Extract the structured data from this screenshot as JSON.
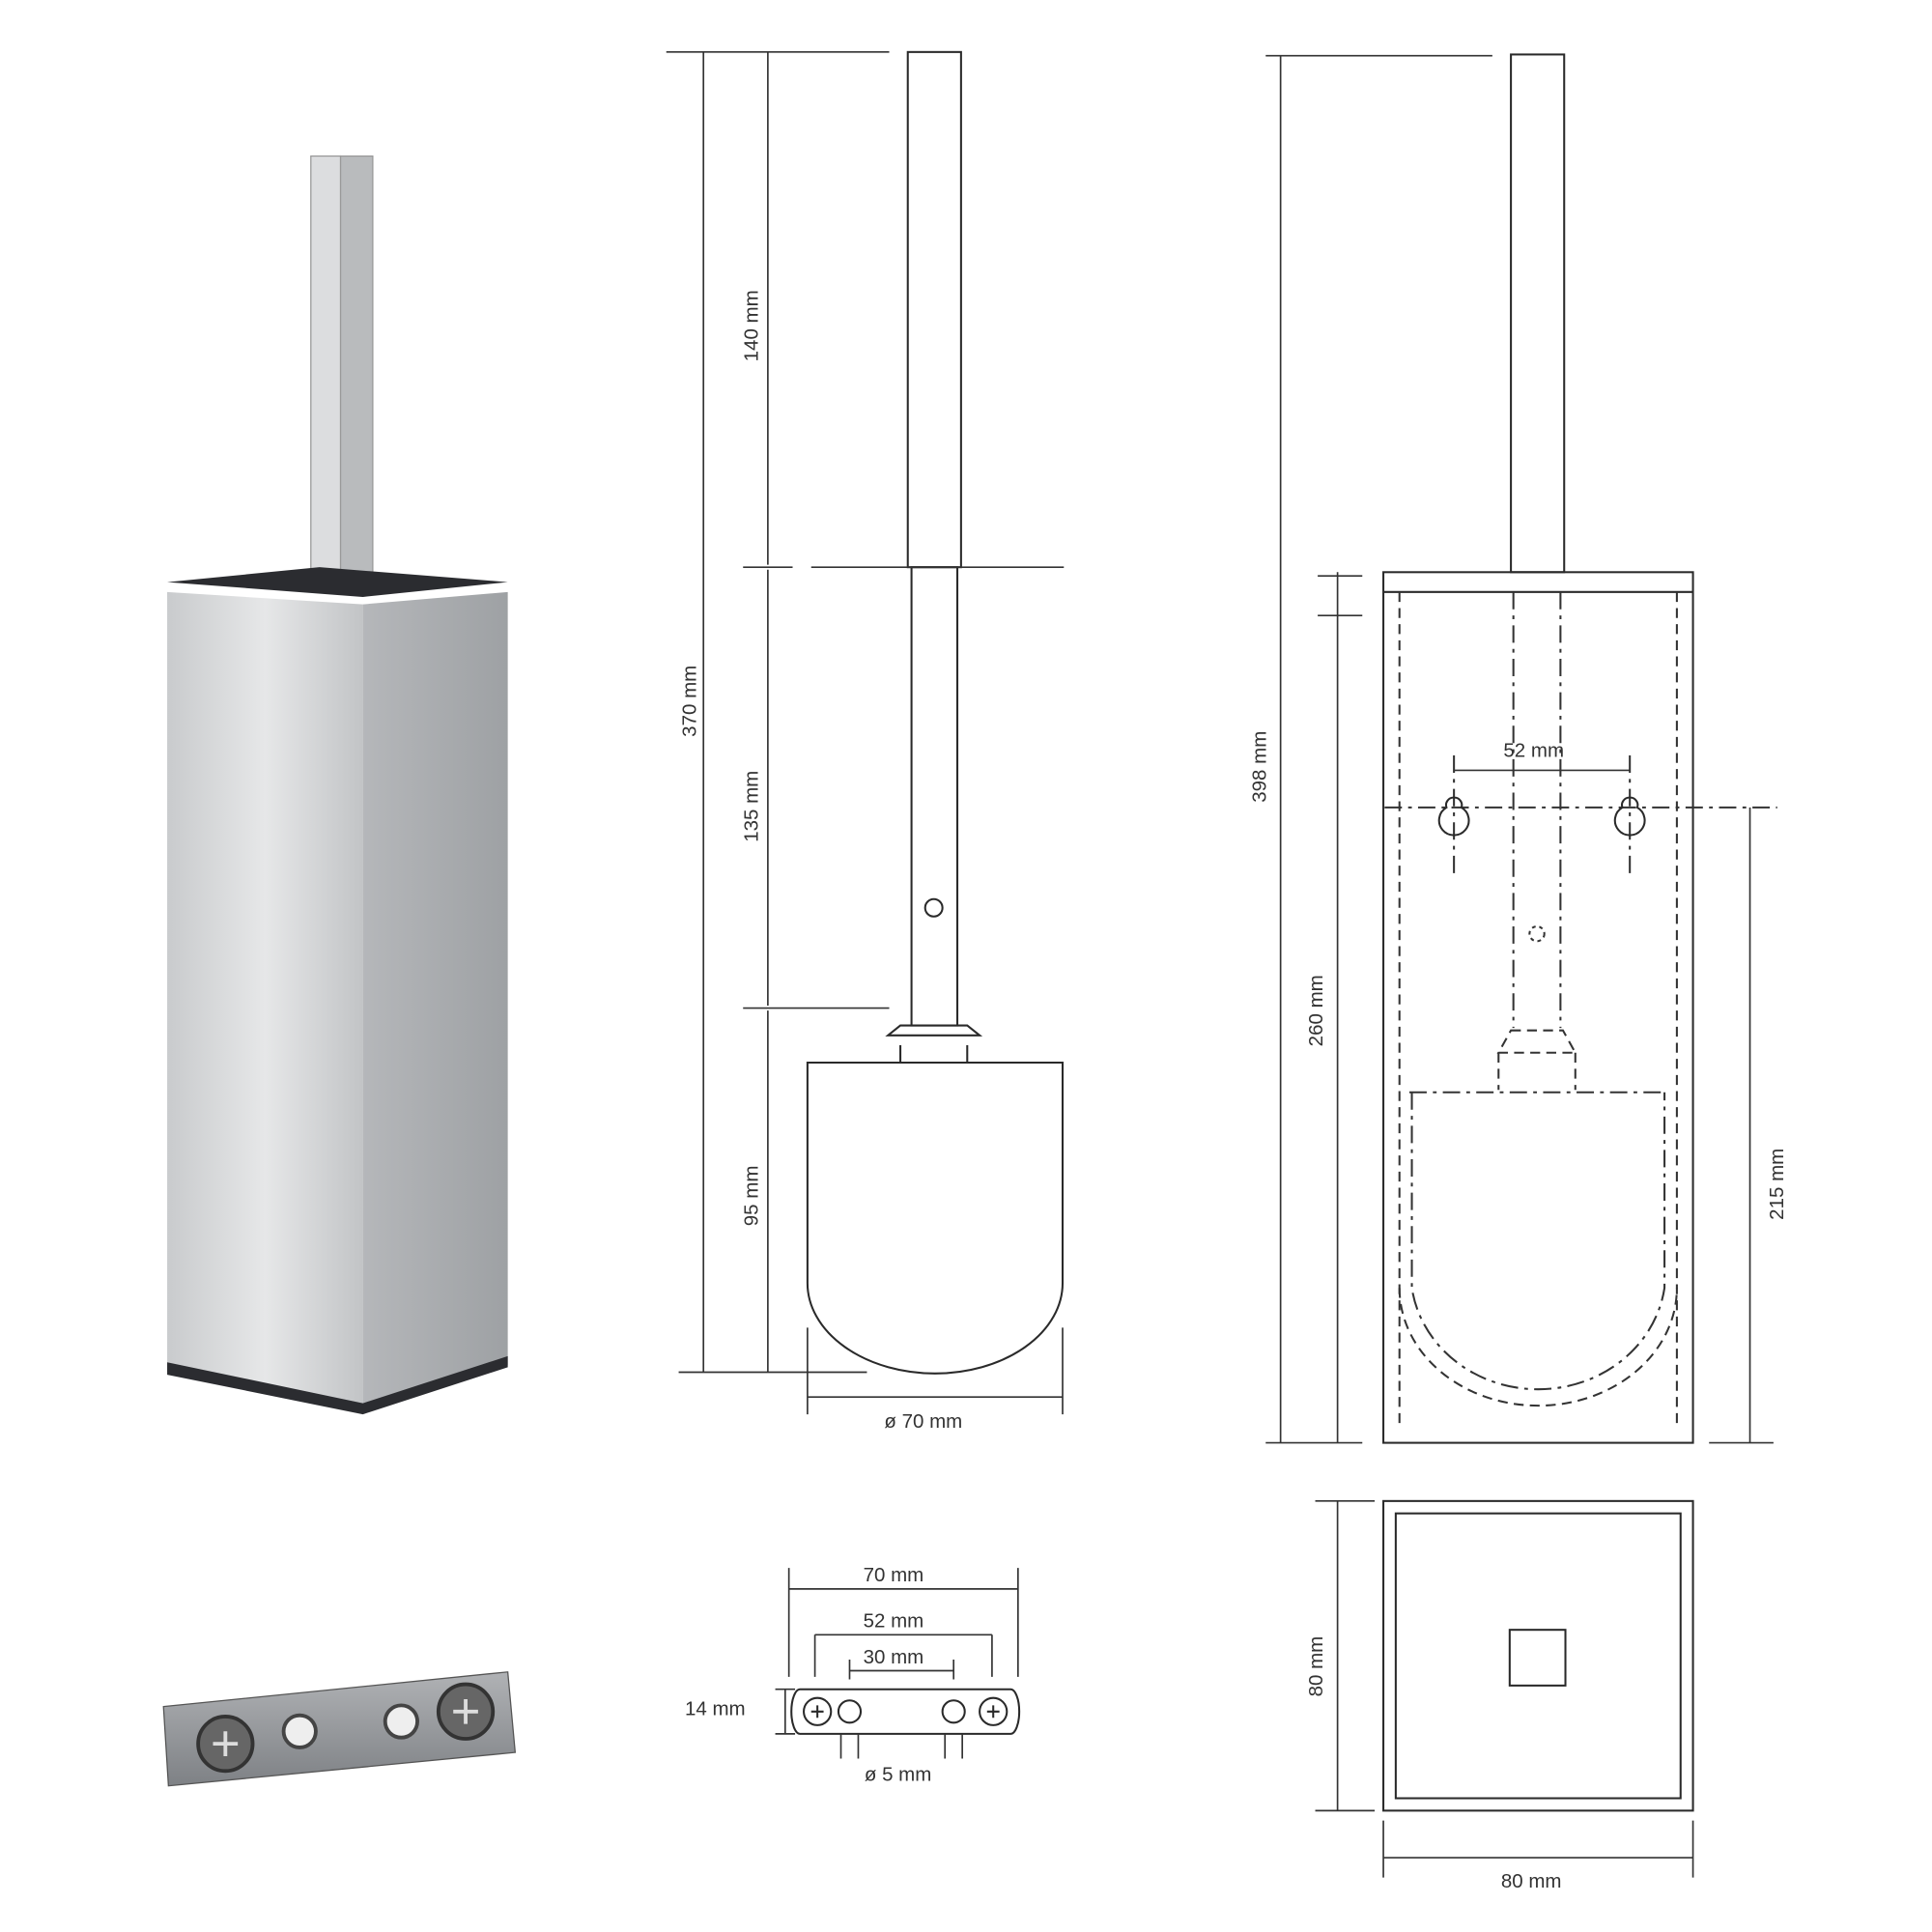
{
  "dimensions": {
    "total_height_brush": "370 mm",
    "handle_top": "140 mm",
    "handle_mid": "135 mm",
    "brush_head": "95 mm",
    "brush_diameter": "ø 70 mm",
    "total_height_holder": "398 mm",
    "holder_body": "260 mm",
    "hole_spacing": "52 mm",
    "hole_height": "215 mm",
    "bracket_width": "70 mm",
    "bracket_screw_spacing": "52 mm",
    "bracket_hole_spacing": "30 mm",
    "bracket_height": "14 mm",
    "bracket_hole_diameter": "ø 5 mm",
    "top_depth": "80 mm",
    "top_width": "80 mm"
  },
  "colors": {
    "steel_light": "#d9dadb",
    "steel_mid": "#b7b9bb",
    "rim": "#2b2c30"
  }
}
